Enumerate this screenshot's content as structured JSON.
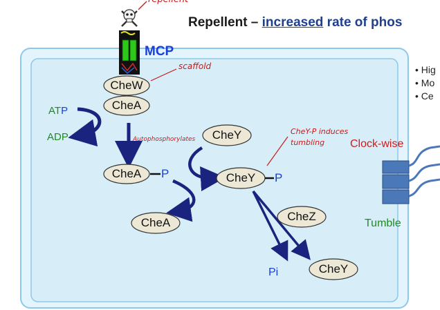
{
  "title": {
    "prefix": "Repellent",
    "dash": " – ",
    "highlight": "increased",
    "rest": " rate of phos"
  },
  "top_annotation": "repellent",
  "mcp_label": "MCP",
  "nodes": {
    "chew": "CheW",
    "chea_top": "CheA",
    "chea_p": "CheA",
    "chea_bottom": "CheA",
    "chey_top": "CheY",
    "chey_p": "CheY",
    "chez": "CheZ",
    "chey_bottom": "CheY"
  },
  "phosphate_label": "P",
  "atp": {
    "prefix": "AT",
    "suffix": "P"
  },
  "adp": "ADP",
  "pi": "Pi",
  "annotations": {
    "scaffold": "scaffold",
    "autophos": "Autophosphorylates",
    "chey_p_line1": "CheY-P induces",
    "chey_p_line2": "tumbling"
  },
  "motor": {
    "rotation": "Clock-wise",
    "behavior": "Tumble"
  },
  "bullets": [
    "• Hig",
    "• Mo",
    "• Ce"
  ],
  "colors": {
    "cell_fill": "#d7eef9",
    "cell_border": "#8cc8ea",
    "oval_fill": "#ede8d6",
    "arrow": "#1a237e",
    "annotation_red": "#c81a1a",
    "blue_text": "#1a3fd8",
    "green_text": "#1f8a1f",
    "motor": "#4a78b8"
  },
  "icons": [
    "skull-crossbones-icon",
    "flagellum-icon",
    "receptor-icon"
  ]
}
